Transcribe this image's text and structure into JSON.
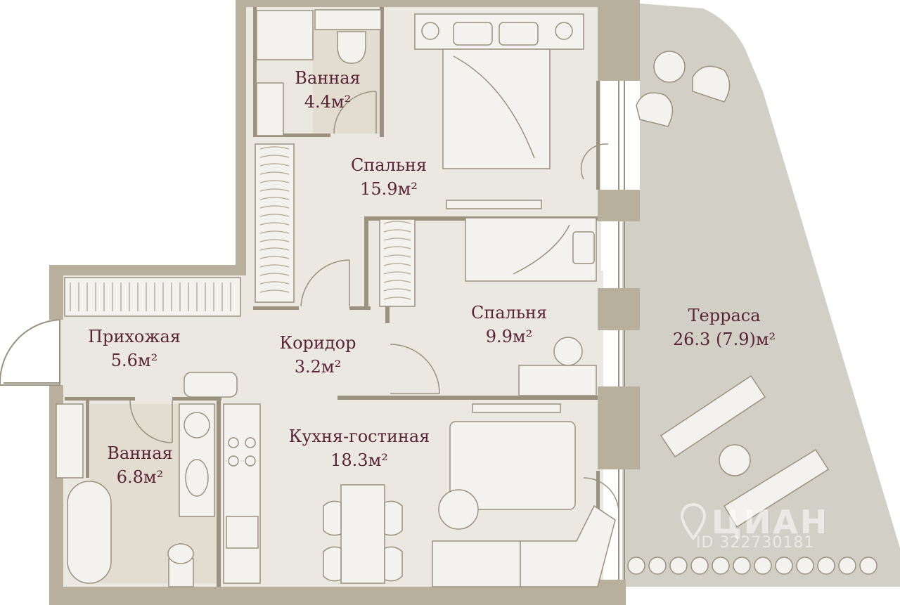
{
  "rooms": [
    {
      "id": "bath-top",
      "name": "Ванная",
      "area": "4.4м²"
    },
    {
      "id": "bedroom-large",
      "name": "Спальня",
      "area": "15.9м²"
    },
    {
      "id": "hall",
      "name": "Прихожая",
      "area": "5.6м²"
    },
    {
      "id": "corridor",
      "name": "Коридор",
      "area": "3.2м²"
    },
    {
      "id": "bedroom-small",
      "name": "Спальня",
      "area": "9.9м²"
    },
    {
      "id": "terrace",
      "name": "Терраса",
      "area": "26.3 (7.9)м²"
    },
    {
      "id": "bath-bottom",
      "name": "Ванная",
      "area": "6.8м²"
    },
    {
      "id": "kitchen-living",
      "name": "Кухня-гостиная",
      "area": "18.3м²"
    }
  ],
  "watermark": {
    "name": "ЦИАН",
    "id": "ID 322730181"
  },
  "colors": {
    "wall": "#b8b09c",
    "floor": "#ebe8e1",
    "bath_floor": "#e2ddd0",
    "terrace": "#d2d0c6",
    "label": "#5a2436",
    "furniture": "#f4f2ee",
    "line": "#9a917f"
  }
}
